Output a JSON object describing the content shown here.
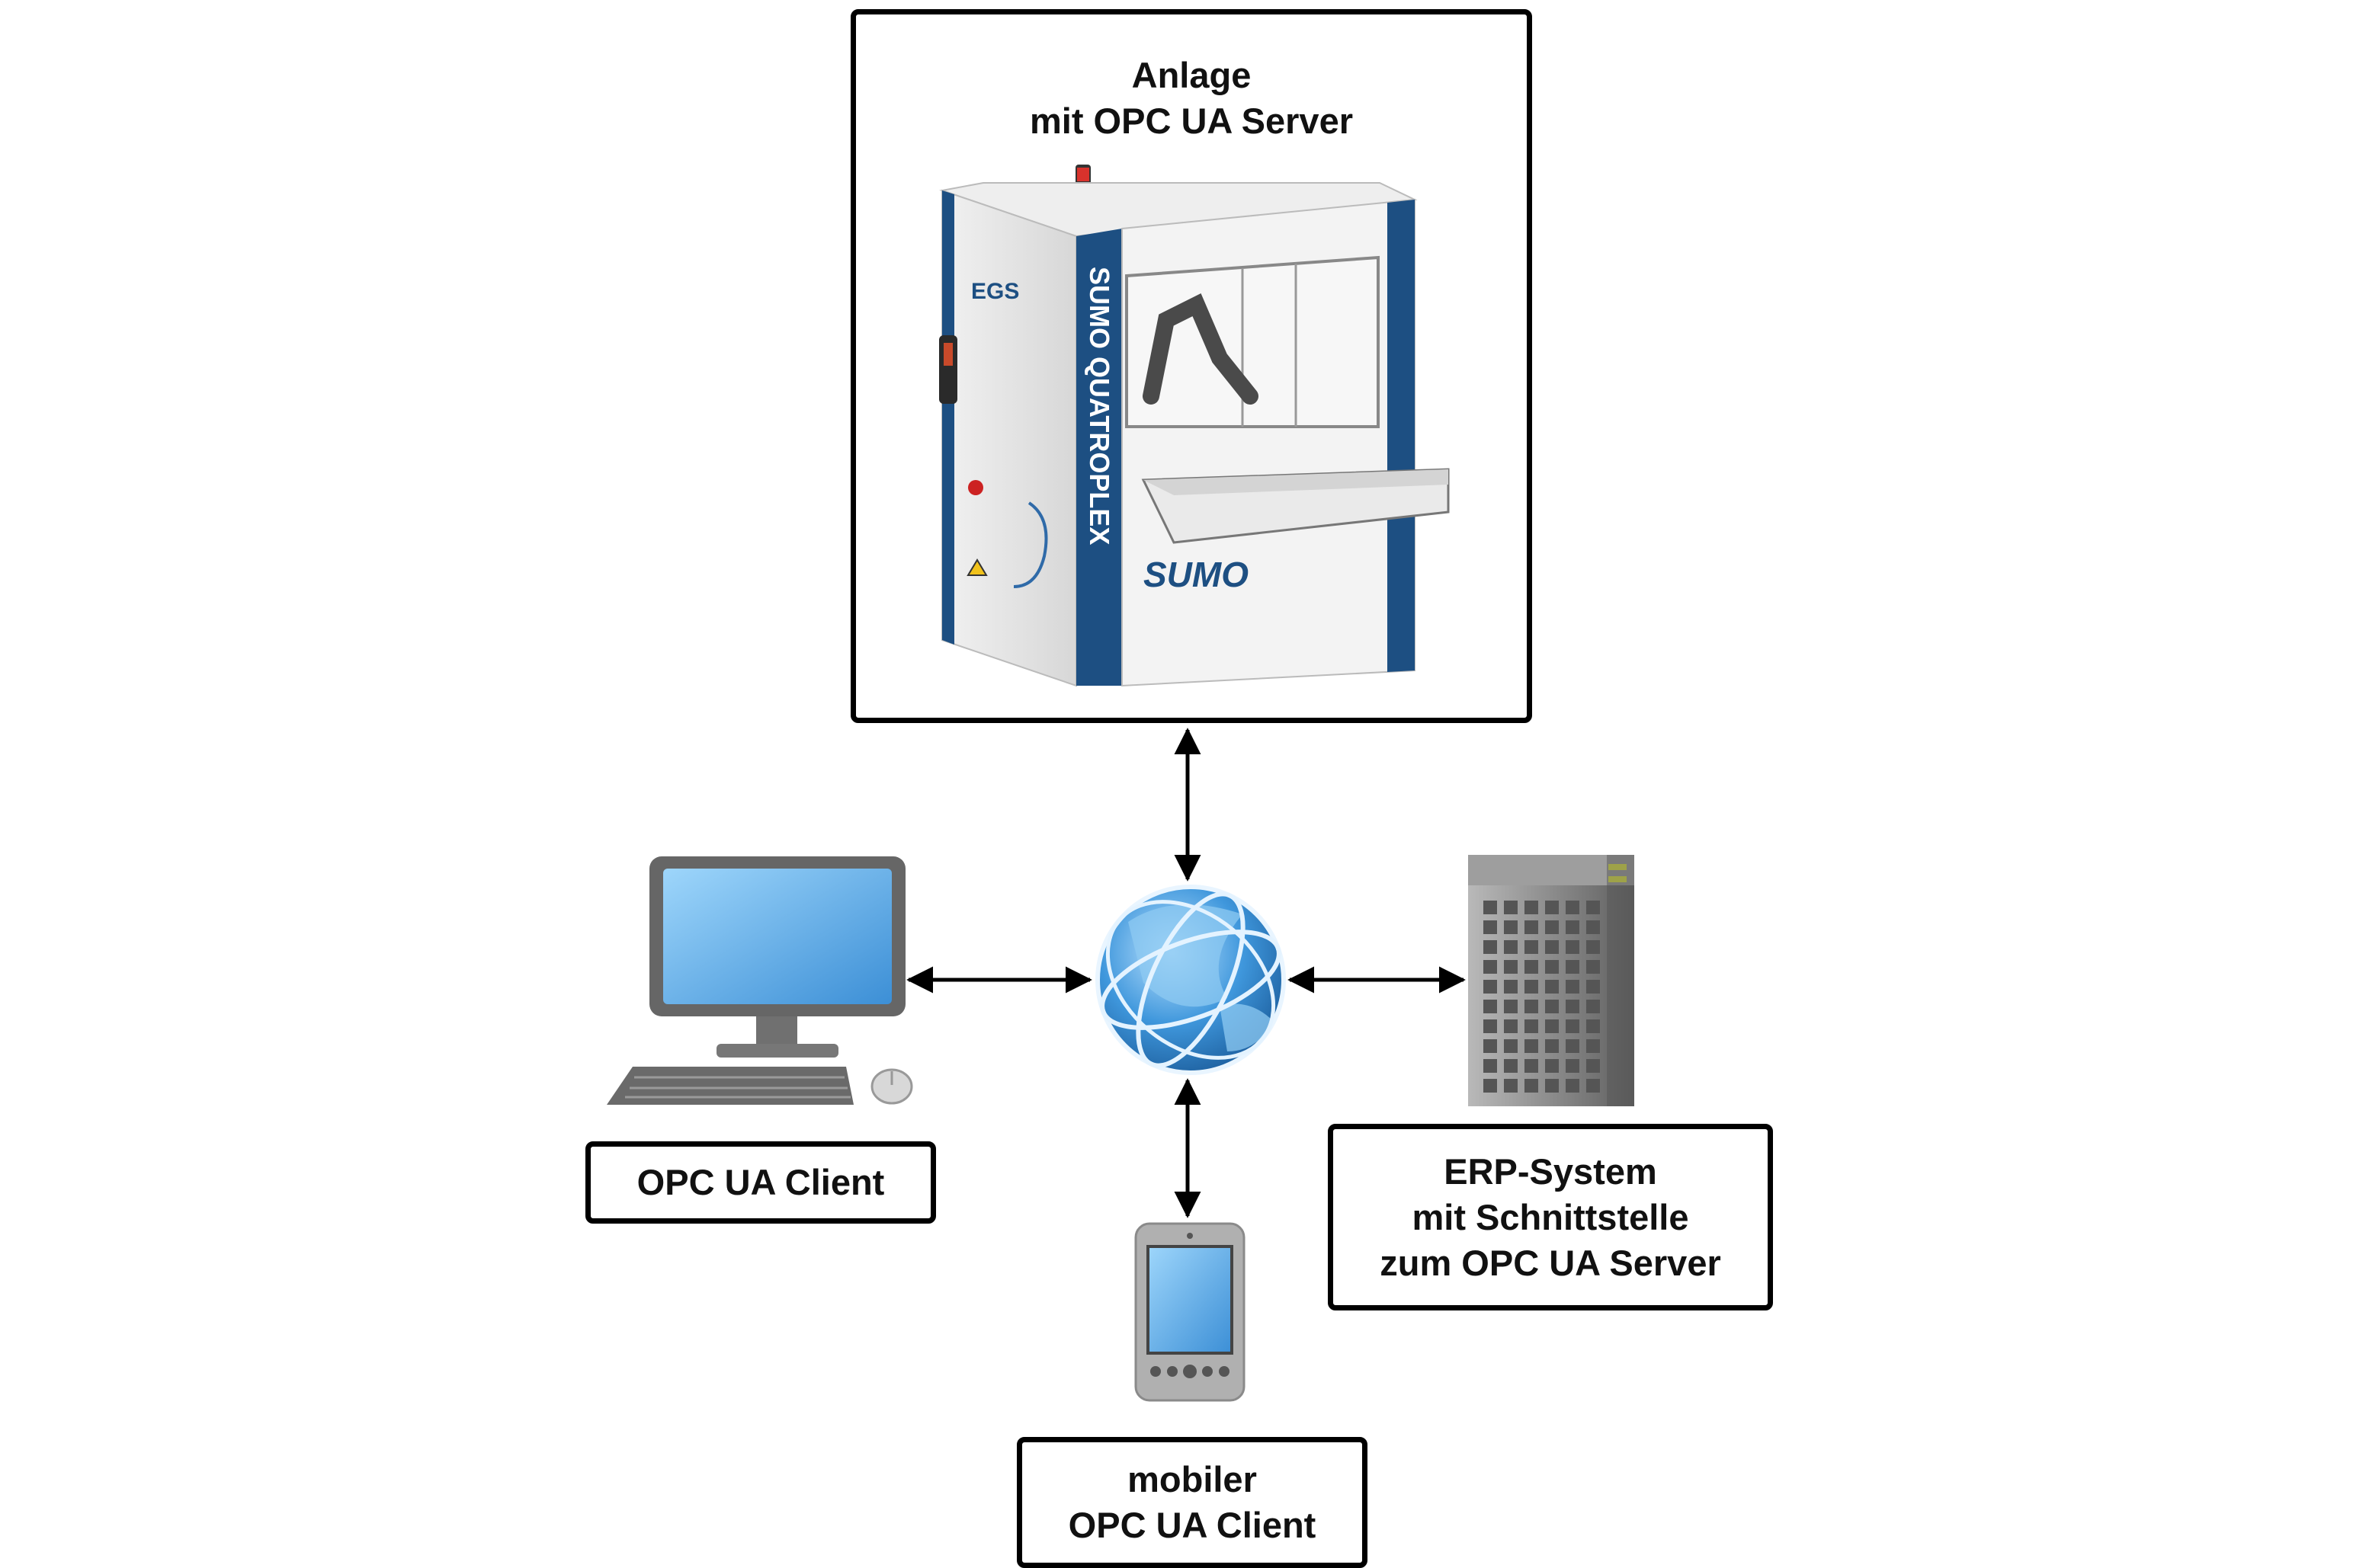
{
  "nodes": {
    "anlage": {
      "lines": [
        "Anlage",
        "mit OPC UA Server"
      ]
    },
    "machine": {
      "brand": "EGS",
      "side_label": "SUMO QUATROPLEX",
      "front_logo": "SUMO"
    },
    "client": {
      "lines": [
        "OPC UA Client"
      ]
    },
    "erp": {
      "lines": [
        "ERP-System",
        "mit Schnittstelle",
        "zum OPC UA Server"
      ]
    },
    "mobile": {
      "lines": [
        "mobiler",
        "OPC UA Client"
      ]
    }
  },
  "icons": {
    "machine": "industrial-machine-illustration",
    "network": "globe-network-icon",
    "desktop": "desktop-computer-icon",
    "server": "server-tower-icon",
    "mobile": "smartphone-icon"
  },
  "colors": {
    "machine_blue": "#1d4f82",
    "screen_blue": "#5aa8e6",
    "globe_blue": "#2f86cf",
    "server_gray": "#8a8a8a",
    "line": "#000000"
  }
}
